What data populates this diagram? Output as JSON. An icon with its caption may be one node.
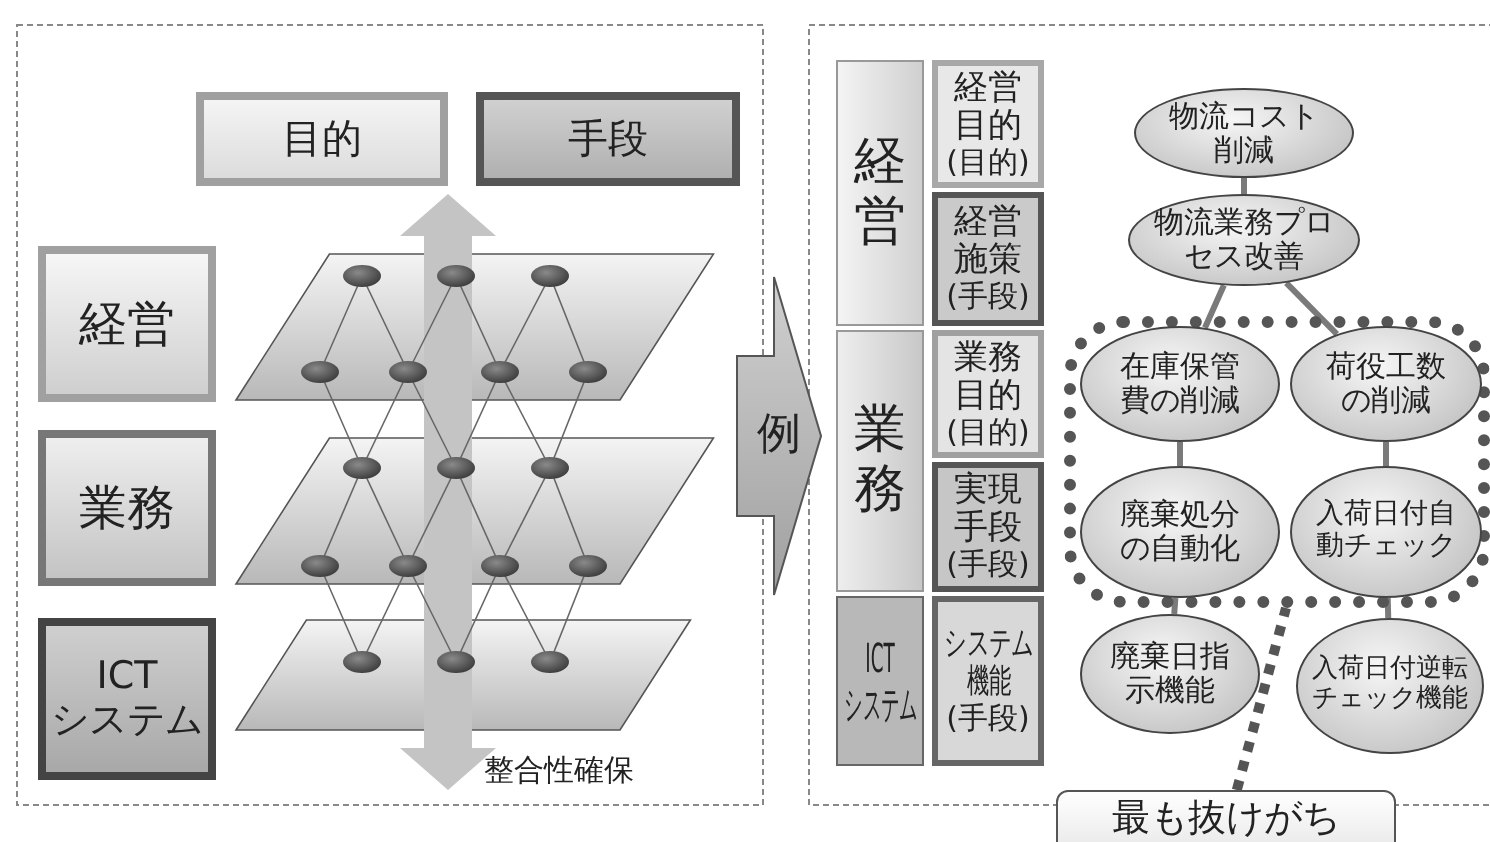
{
  "diagram": {
    "nodes": [
      {
        "text": [
          "目的"
        ]
      },
      {
        "text": [
          "手段"
        ]
      },
      {
        "text": [
          "経営"
        ]
      },
      {
        "text": [
          "業務"
        ]
      },
      {
        "text": [
          "ICT システム"
        ]
      },
      {
        "text": [
          "例"
        ]
      },
      {
        "text": [
          "経営"
        ]
      },
      {
        "text": [
          "経営目的",
          "(目的)"
        ]
      },
      {
        "text": [
          "経営施策",
          "(手段)"
        ]
      },
      {
        "text": [
          "業務"
        ]
      },
      {
        "text": [
          "業務目的",
          "(目的)"
        ]
      },
      {
        "text": [
          "実現手段",
          "(手段)"
        ]
      },
      {
        "text": [
          "ICT システム"
        ]
      },
      {
        "text": [
          "システム機能",
          "(手段)"
        ]
      },
      {
        "text": [
          "物流コスト削減"
        ]
      },
      {
        "text": [
          "物流業務プロセス改善"
        ]
      },
      {
        "text": [],
        "shape": "box"
      },
      {
        "text": [
          "在庫保管費の削減"
        ],
        "in": 16
      },
      {
        "text": [
          "荷役工数の削減"
        ],
        "in": 16
      },
      {
        "text": [
          "廃棄処分の自動化"
        ],
        "in": 16
      },
      {
        "text": [
          "入荷日付自動チェック"
        ],
        "in": 16
      },
      {
        "text": [
          "廃棄日指示機能"
        ]
      },
      {
        "text": [
          "入荷日付逆転チェック機能"
        ]
      },
      {
        "text": [
          "最も抜けがち"
        ]
      }
    ],
    "edges": [
      {
        "from": 14,
        "to": 15,
        "arrow": "none"
      },
      {
        "from": 15,
        "to": 17,
        "arrow": "none"
      },
      {
        "from": 15,
        "to": 18,
        "arrow": "none"
      },
      {
        "from": 17,
        "to": 19,
        "arrow": "none"
      },
      {
        "from": 18,
        "to": 20,
        "arrow": "none"
      },
      {
        "from": 19,
        "to": 21,
        "arrow": "none"
      },
      {
        "from": 20,
        "to": 22,
        "arrow": "none"
      },
      {
        "from": 23,
        "to": 16,
        "arrow": "none",
        "style": "dashed"
      }
    ],
    "labels": [
      "整合性確保"
    ]
  }
}
